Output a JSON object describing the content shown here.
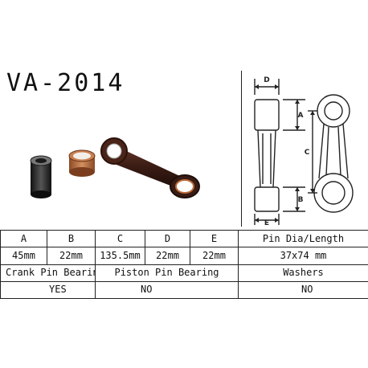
{
  "product": {
    "part_number": "VA-2014"
  },
  "colors": {
    "rod": "#3a1c14",
    "bearing": "#b86a3a",
    "pin": "#2a2a2a",
    "line": "#222222"
  },
  "drawing": {
    "labels": {
      "d": "D",
      "a": "A",
      "c": "C",
      "b": "B",
      "e": "E"
    }
  },
  "spec_table": {
    "headers": {
      "a": "A",
      "b": "B",
      "c": "C",
      "d": "D",
      "e": "E",
      "pin": "Pin Dia/Length"
    },
    "values": {
      "a": "45mm",
      "b": "22mm",
      "c": "135.5mm",
      "d": "22mm",
      "e": "22mm",
      "pin": "37x74 mm"
    },
    "labels": {
      "crank": "Crank Pin Bearing",
      "piston": "Piston Pin Bearing",
      "washers": "Washers"
    },
    "answers": {
      "crank": "YES",
      "piston": "NO",
      "washers": "NO"
    }
  }
}
